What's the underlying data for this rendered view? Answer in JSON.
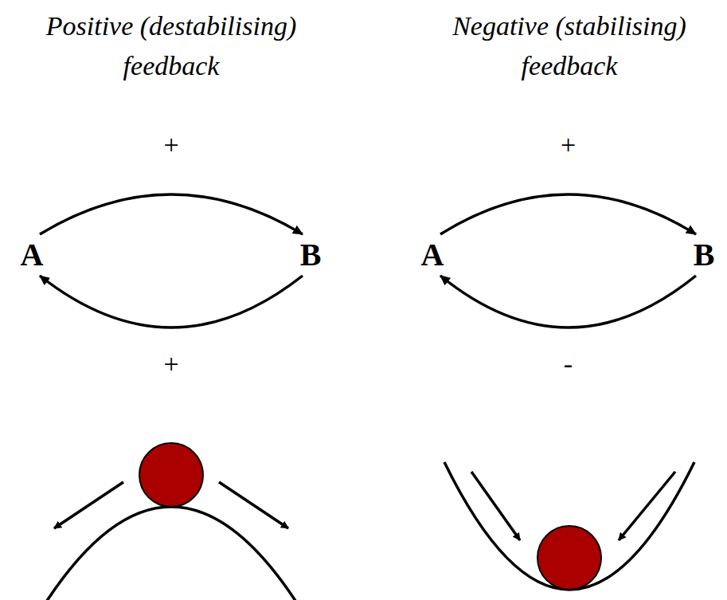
{
  "diagram": {
    "nodes": [
      {
        "text": [
          "A"
        ]
      },
      {
        "text": [
          "B"
        ]
      },
      {
        "text": [
          "A"
        ]
      },
      {
        "text": [
          "B"
        ]
      }
    ],
    "edges": [
      {
        "from": 0,
        "to": 1,
        "arrow": "to",
        "label": "+"
      },
      {
        "from": 1,
        "to": 0,
        "arrow": "to",
        "label": "+"
      },
      {
        "from": 2,
        "to": 3,
        "arrow": "to",
        "label": "+"
      },
      {
        "from": 3,
        "to": 2,
        "arrow": "to",
        "label": "-"
      }
    ],
    "labels": [
      "Positive (destabilising) feedback",
      "Negative (stabilising) feedback"
    ]
  }
}
